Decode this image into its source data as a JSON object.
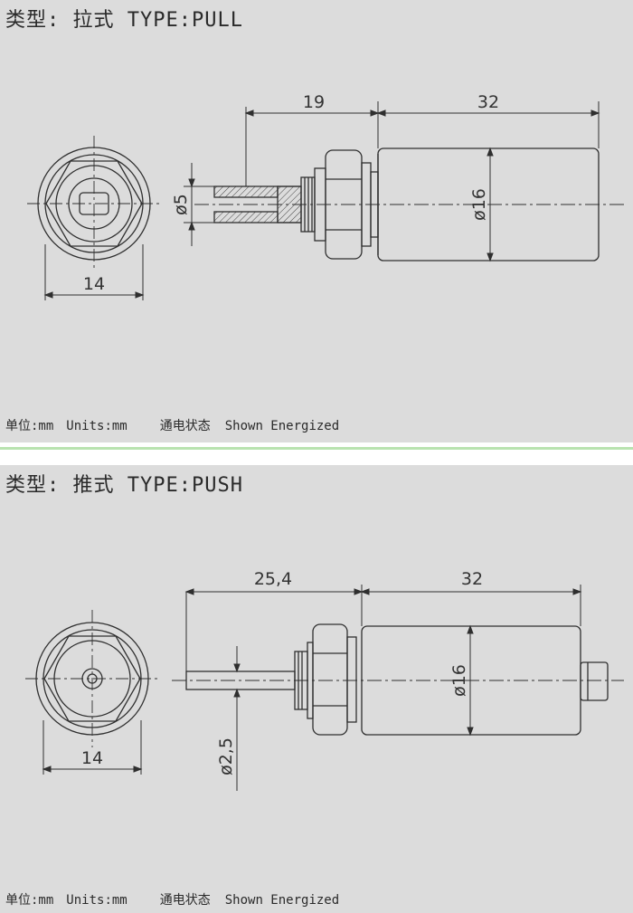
{
  "pull": {
    "title": "类型: 拉式 TYPE:PULL",
    "dims": {
      "stroke": "19",
      "body_length": "32",
      "plunger_dia": "ø5",
      "body_dia": "ø16",
      "hex": "14"
    },
    "footer": {
      "unit_zh": "单位:mm",
      "unit_en": "Units:mm",
      "state_zh": "通电状态",
      "state_en": "Shown Energized"
    }
  },
  "push": {
    "title": "类型: 推式 TYPE:PUSH",
    "dims": {
      "stroke": "25,4",
      "body_length": "32",
      "plunger_dia": "ø2,5",
      "body_dia": "ø16",
      "hex": "14"
    },
    "footer": {
      "unit_zh": "单位:mm",
      "unit_en": "Units:mm",
      "state_zh": "通电状态",
      "state_en": "Shown Energized"
    }
  },
  "colors": {
    "background": "#dcdcdc",
    "divider": "#b9e3b0",
    "line": "#2f2f2f"
  }
}
